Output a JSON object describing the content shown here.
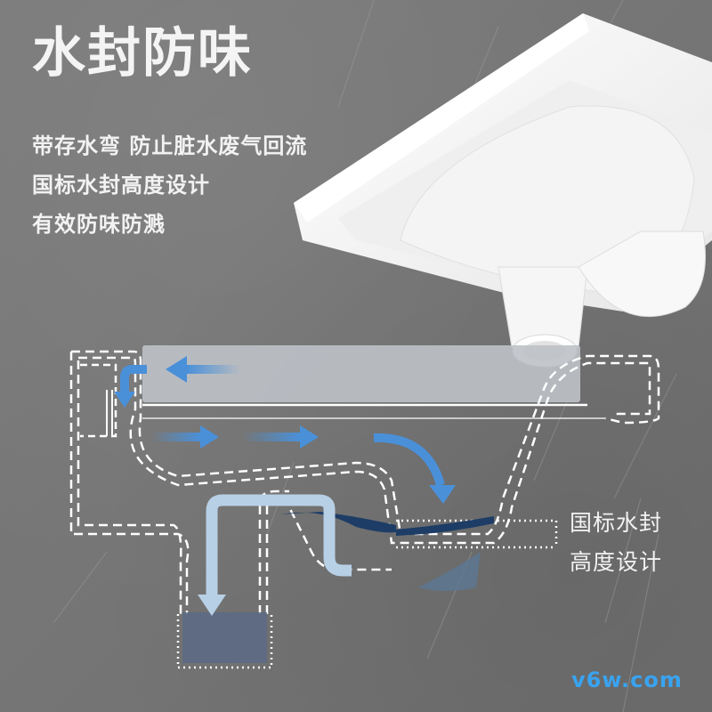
{
  "headline": {
    "title": "水封防味"
  },
  "features": [
    {
      "text": "带存水弯 防止脏水废气回流"
    },
    {
      "text": "国标水封高度设计"
    },
    {
      "text": "有效防味防溅"
    }
  ],
  "callout": {
    "line1": "国标水封",
    "line2": "高度设计"
  },
  "watermark": {
    "text": "v6w.com"
  },
  "diagram": {
    "flow_arrows": [
      "arrow-left-flush",
      "arrow-down-inlet",
      "arrow-right-1",
      "arrow-right-2",
      "arrow-curve-down",
      "arrow-drain-down"
    ],
    "colors": {
      "background": "#767676",
      "text": "#f2f2f2",
      "arrow_blue": "#4a90d9",
      "arrow_light": "#b8d0e6",
      "water_dark": "#1d3d66",
      "drain_fill": "#5a6a85",
      "panel": "#b9bdc4",
      "ceramic": "#f7f7f7",
      "watermark": "#39a3f0"
    }
  }
}
